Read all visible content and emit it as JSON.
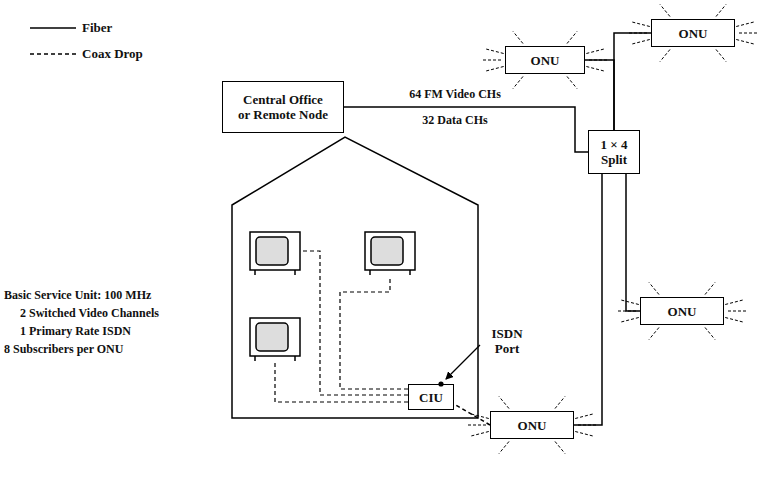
{
  "diagram": {
    "nodes": [
      {
        "text": [
          "ONU"
        ]
      },
      {
        "text": [
          "ONU"
        ]
      },
      {
        "text": [
          "Central Office or Remote Node"
        ]
      },
      {
        "text": [
          "1 × 4 Split"
        ]
      },
      {
        "text": [
          "ONU"
        ]
      },
      {
        "text": [
          "CIU"
        ]
      },
      {
        "text": [
          "ONU"
        ]
      }
    ],
    "edges": [
      {
        "from": 2,
        "to": 3,
        "arrow": "none",
        "label": "64 FM Video CHs"
      },
      {
        "from": 3,
        "to": 0,
        "arrow": "none"
      },
      {
        "from": 3,
        "to": 1,
        "arrow": "none"
      },
      {
        "from": 3,
        "to": 4,
        "arrow": "none"
      },
      {
        "from": 3,
        "to": 6,
        "arrow": "none"
      },
      {
        "from": 6,
        "to": 5,
        "arrow": "none"
      }
    ],
    "labels": [
      "32 Data CHs",
      "ISDN Port",
      "Basic Service Unit: 100 MHz",
      "2 Switched Video Channels",
      "1 Primary Rate ISDN",
      "8 Subscribers per ONU"
    ],
    "legend": [
      {
        "text": "Fiber"
      },
      {
        "text": "Coax Drop"
      }
    ]
  }
}
